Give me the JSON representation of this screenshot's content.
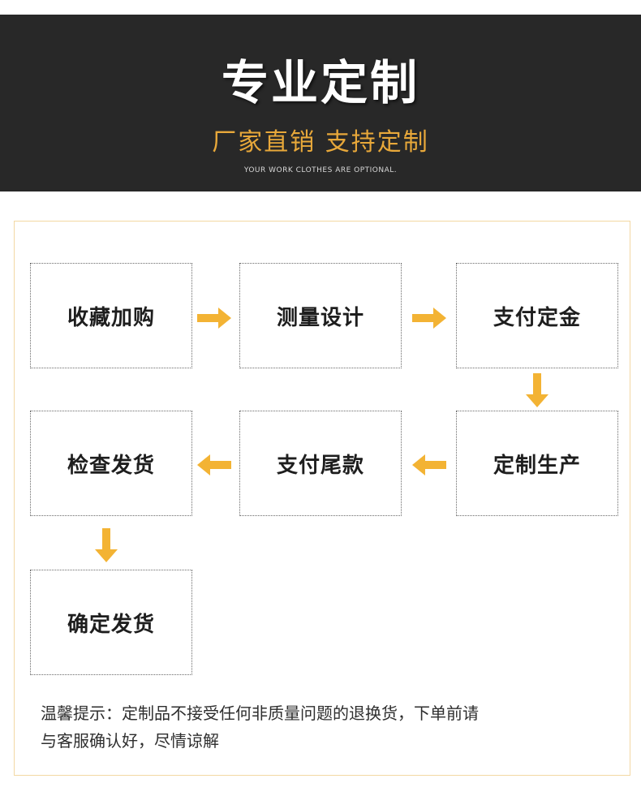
{
  "banner": {
    "title": "专业定制",
    "subtitle": "厂家直销 支持定制",
    "english": "YOUR WORK CLOTHES ARE OPTIONAL."
  },
  "steps": [
    "收藏加购",
    "测量设计",
    "支付定金",
    "定制生产",
    "支付尾款",
    "检查发货",
    "确定发货"
  ],
  "notice": {
    "line1": "温馨提示：定制品不接受任何非质量问题的退换货，下单前请",
    "line2": "与客服确认好，尽情谅解"
  },
  "colors": {
    "banner_bg": "#282828",
    "accent": "#f3b334",
    "subtitle": "#e8a83a",
    "panel_border": "#f3d8a3"
  },
  "icons": {
    "arrow": "block-arrow"
  }
}
